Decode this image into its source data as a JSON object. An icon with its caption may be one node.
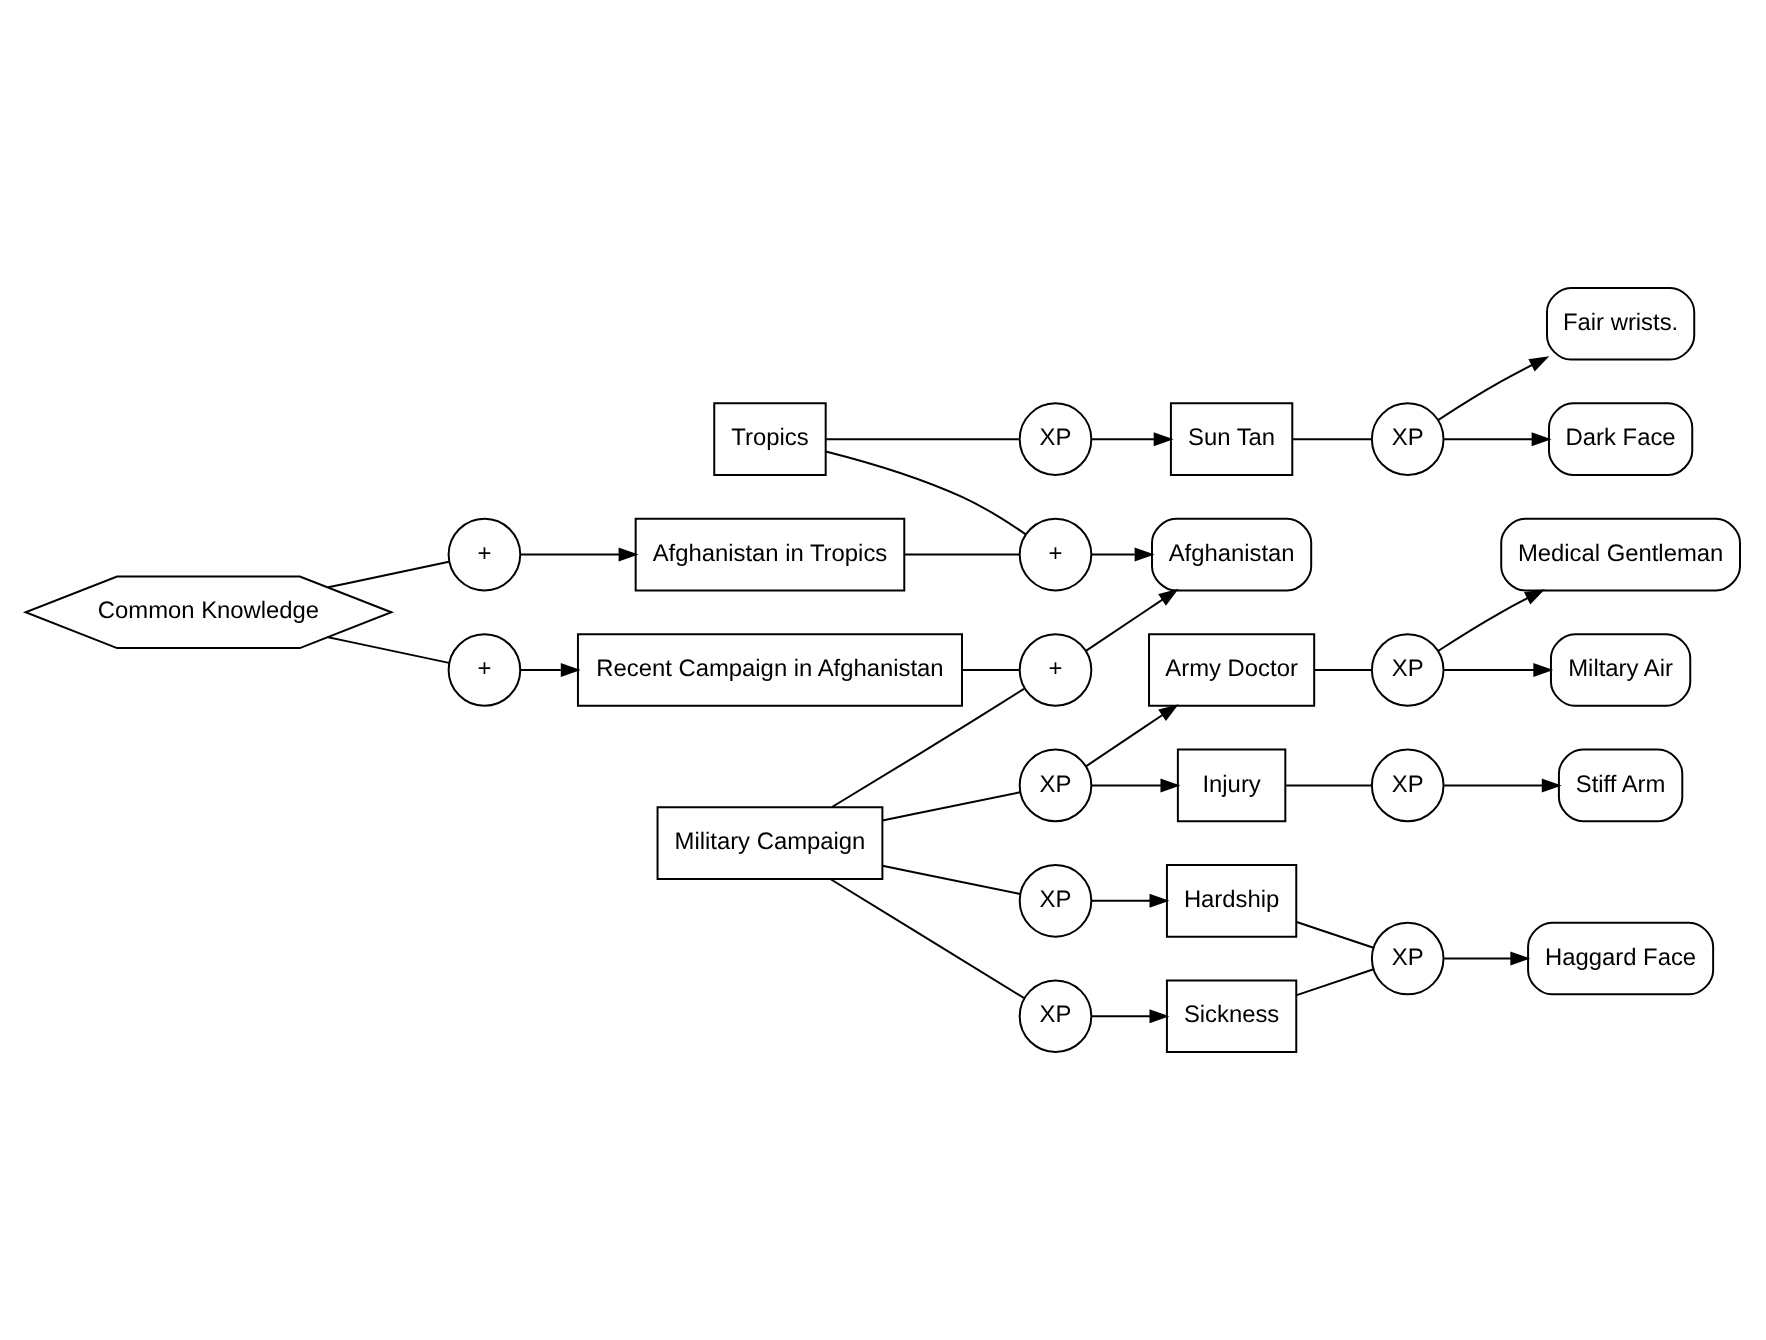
{
  "diagram": {
    "nodes": [
      {
        "text": [
          "Tropics"
        ]
      },
      {
        "text": [
          "+"
        ]
      },
      {
        "text": [
          "XP"
        ]
      },
      {
        "text": [
          "Sun Tan"
        ]
      },
      {
        "text": [
          "XP"
        ]
      },
      {
        "text": [
          "Fair wrists."
        ]
      },
      {
        "text": [
          "Afghanistan in Tropics"
        ]
      },
      {
        "text": [
          "Dark Face"
        ]
      },
      {
        "text": [
          "+"
        ]
      },
      {
        "text": [
          "Common Knowledge"
        ]
      },
      {
        "text": [
          "Afghanistan"
        ]
      },
      {
        "text": [
          "+"
        ]
      },
      {
        "text": [
          "Medical Gentleman"
        ]
      },
      {
        "text": [
          "Recent Campaign in Afghanistan"
        ]
      },
      {
        "text": [
          "Army Doctor"
        ]
      },
      {
        "text": [
          "XP"
        ]
      },
      {
        "text": [
          "+"
        ]
      },
      {
        "text": [
          "XP"
        ]
      },
      {
        "text": [
          "Miltary Air"
        ]
      },
      {
        "text": [
          "Injury"
        ]
      },
      {
        "text": [
          "Military Campaign"
        ]
      },
      {
        "text": [
          "XP"
        ]
      },
      {
        "text": [
          "XP"
        ]
      },
      {
        "text": [
          "Stiff Arm"
        ]
      },
      {
        "text": [
          "Hardship"
        ]
      },
      {
        "text": [
          "XP"
        ]
      },
      {
        "text": [
          "XP"
        ]
      },
      {
        "text": [
          "Haggard Face"
        ]
      },
      {
        "text": [
          "Sickness"
        ]
      }
    ],
    "edges": [
      {
        "from": 0,
        "to": 1,
        "arrow": "none"
      },
      {
        "from": 6,
        "to": 1,
        "arrow": "none"
      },
      {
        "from": 1,
        "to": 10,
        "arrow": "to"
      },
      {
        "from": 0,
        "to": 2,
        "arrow": "none"
      },
      {
        "from": 2,
        "to": 3,
        "arrow": "to"
      },
      {
        "from": 3,
        "to": 4,
        "arrow": "none"
      },
      {
        "from": 4,
        "to": 5,
        "arrow": "to"
      },
      {
        "from": 4,
        "to": 7,
        "arrow": "to"
      },
      {
        "from": 9,
        "to": 8,
        "arrow": "none"
      },
      {
        "from": 8,
        "to": 6,
        "arrow": "to"
      },
      {
        "from": 9,
        "to": 11,
        "arrow": "none"
      },
      {
        "from": 11,
        "to": 13,
        "arrow": "to"
      },
      {
        "from": 13,
        "to": 16,
        "arrow": "none"
      },
      {
        "from": 20,
        "to": 16,
        "arrow": "none"
      },
      {
        "from": 16,
        "to": 10,
        "arrow": "to"
      },
      {
        "from": 20,
        "to": 17,
        "arrow": "none"
      },
      {
        "from": 17,
        "to": 14,
        "arrow": "to"
      },
      {
        "from": 17,
        "to": 19,
        "arrow": "to"
      },
      {
        "from": 14,
        "to": 15,
        "arrow": "none"
      },
      {
        "from": 15,
        "to": 12,
        "arrow": "to"
      },
      {
        "from": 15,
        "to": 18,
        "arrow": "to"
      },
      {
        "from": 19,
        "to": 22,
        "arrow": "none"
      },
      {
        "from": 22,
        "to": 23,
        "arrow": "to"
      },
      {
        "from": 20,
        "to": 21,
        "arrow": "none"
      },
      {
        "from": 21,
        "to": 24,
        "arrow": "to"
      },
      {
        "from": 20,
        "to": 25,
        "arrow": "none"
      },
      {
        "from": 25,
        "to": 28,
        "arrow": "to"
      },
      {
        "from": 24,
        "to": 26,
        "arrow": "none"
      },
      {
        "from": 28,
        "to": 26,
        "arrow": "none"
      },
      {
        "from": 26,
        "to": 27,
        "arrow": "to"
      }
    ]
  }
}
